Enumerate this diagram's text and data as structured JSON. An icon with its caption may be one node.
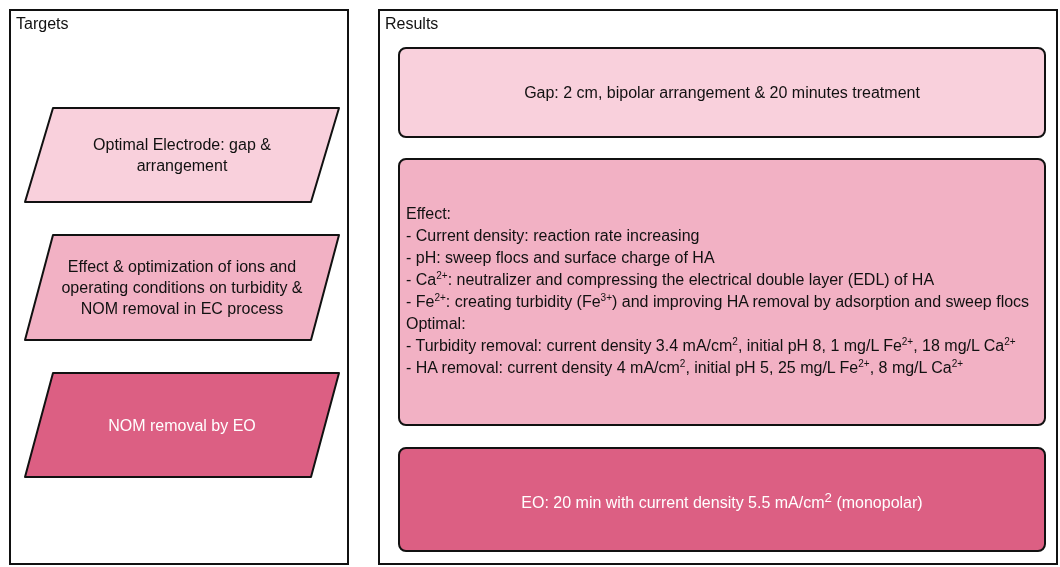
{
  "diagram": {
    "nodes": [
      {
        "text": [
          "Targets"
        ]
      },
      {
        "text": [
          "Optimal Electrode: gap & arrangement"
        ],
        "in": 0
      },
      {
        "text": [
          "Effect & optimization of ions and operating conditions on turbidity & NOM removal in EC process"
        ],
        "in": 0
      },
      {
        "text": [
          "NOM removal by EO"
        ],
        "in": 0
      },
      {
        "text": [
          "Results"
        ]
      },
      {
        "text": [
          "Gap: 2 cm, bipolar arrangement & 20 minutes treatment"
        ],
        "in": 4
      },
      {
        "text": [
          "Effect:",
          "- Current density: reaction rate increasing",
          "- pH: sweep flocs and surface charge of HA",
          "- Ca$^{2+}$: neutralizer and compressing the electrical double layer (EDL) of HA",
          "- Fe$^{2+}$: creating turbidity (Fe$^{3+}$) and improving HA removal by adsorption and sweep flocs",
          "Optimal:",
          "- Turbidity removal: current density 3.4 mA/cm$^{2}$, initial pH 8, 1 mg/L Fe$^{2+}$, 18 mg/L Ca$^{2+}$",
          "- HA removal: current density 4 mA/cm$^{2}$, initial pH 5, 25 mg/L Fe$^{2+}$, 8 mg/L Ca$^{2+}$"
        ],
        "in": 4
      },
      {
        "text": [
          "EO: 20 min with current density 5.5 mA/cm$^{2}$ (monopolar)"
        ],
        "in": 4
      }
    ]
  }
}
